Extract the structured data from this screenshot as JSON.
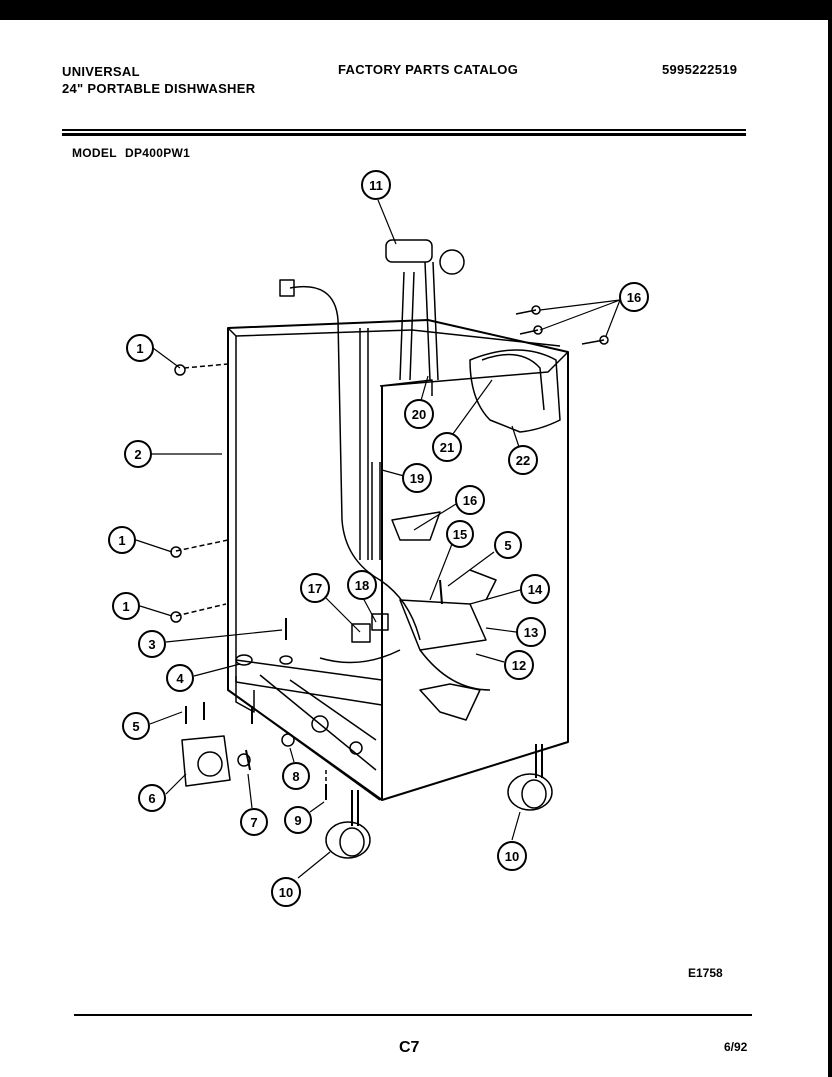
{
  "header": {
    "brand": "UNIVERSAL",
    "product": "24\" PORTABLE DISHWASHER",
    "catalog_title": "FACTORY PARTS CATALOG",
    "catalog_number": "5995222519",
    "model_label": "MODEL",
    "model_number": "DP400PW1"
  },
  "diagram": {
    "parts_callouts": [
      "1",
      "2",
      "1",
      "1",
      "3",
      "4",
      "5",
      "6",
      "7",
      "8",
      "9",
      "10",
      "10",
      "11",
      "16",
      "16",
      "15",
      "5",
      "14",
      "13",
      "12",
      "17",
      "18",
      "19",
      "20",
      "21",
      "22"
    ]
  },
  "footer": {
    "figure_code": "E1758",
    "page_number": "C7",
    "date": "6/92"
  }
}
